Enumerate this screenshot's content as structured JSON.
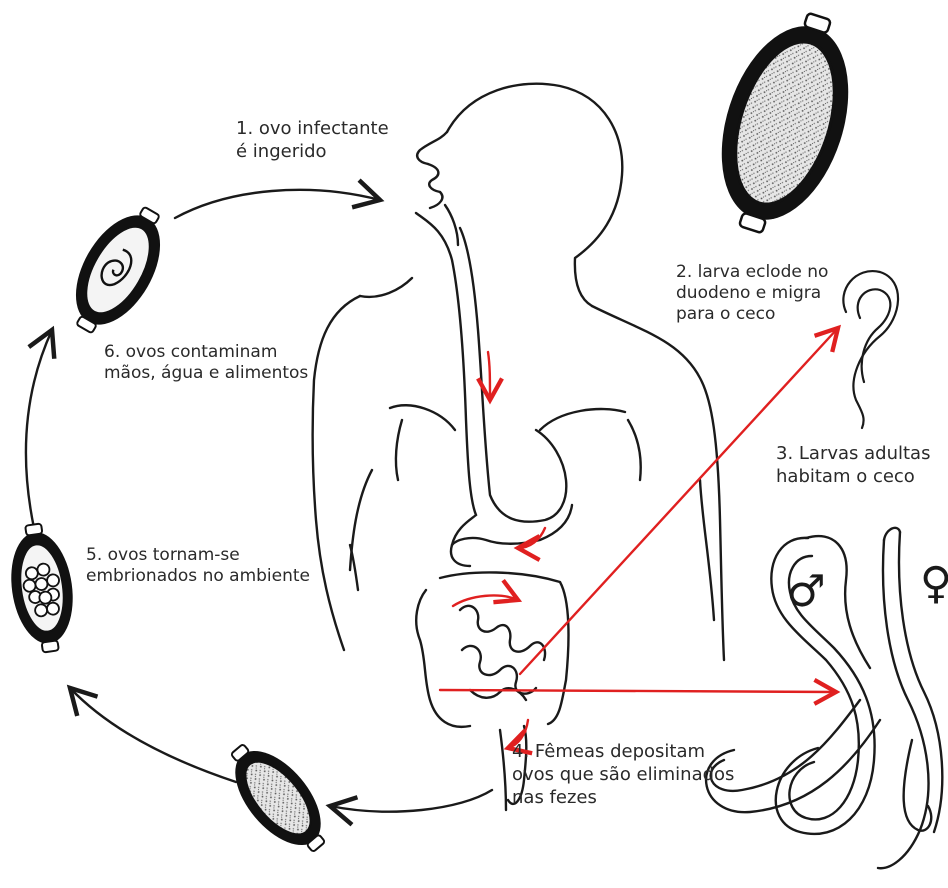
{
  "steps": [
    {
      "lines": [
        "1. ovo infectante",
        "é ingerido"
      ]
    },
    {
      "lines": [
        "2. larva eclode no",
        "duodeno e migra",
        "para o ceco"
      ]
    },
    {
      "lines": [
        "3. Larvas adultas",
        "habitam o ceco"
      ]
    },
    {
      "lines": [
        "4. Fêmeas depositam",
        "ovos que são eliminados",
        "nas fezes"
      ]
    },
    {
      "lines": [
        "5. ovos tornam-se",
        "embrionados no ambiente"
      ]
    },
    {
      "lines": [
        "6. ovos contaminam",
        "mãos, água e alimentos"
      ]
    }
  ],
  "symbols": {
    "male": "♂",
    "female": "♀"
  },
  "colors": {
    "ink": "#1a1a1a",
    "arrow_red": "#e02020",
    "egg_fill": "#dcdcdc"
  }
}
